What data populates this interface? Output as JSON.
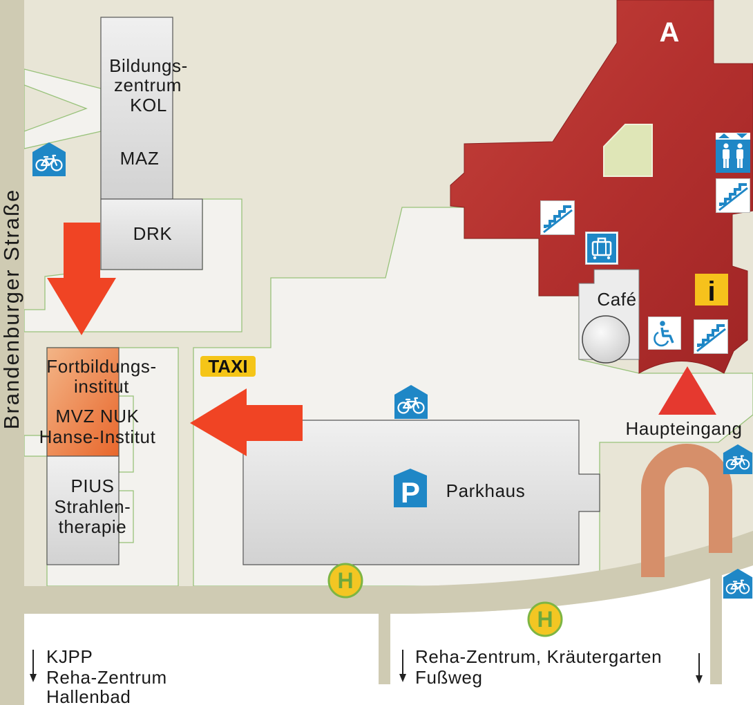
{
  "map": {
    "street": "Brandenburger Straße",
    "building_a": "A",
    "bildungszentrum": [
      "Bildungs-",
      "zentrum",
      "KOL"
    ],
    "maz": "MAZ",
    "drk": "DRK",
    "fortbildungsinstitut": [
      "Fortbildungs-",
      "institut",
      "MVZ NUK",
      "Hanse-Institut"
    ],
    "pius": [
      "PIUS",
      "Strahlen-",
      "therapie"
    ],
    "parkhaus": "Parkhaus",
    "parking_symbol": "P",
    "cafe": "Café",
    "info_symbol": "i",
    "main_entrance": "Haupteingang",
    "taxi": "TAXI",
    "bus_stop_symbol": "H",
    "directions_left": [
      "KJPP",
      "Reha-Zentrum",
      "Hallenbad"
    ],
    "directions_right": [
      "Reha-Zentrum, Kräutergarten",
      "Fußweg"
    ]
  },
  "icons": [
    "bicycle-parking-icon",
    "stairs-icon",
    "restroom-icon",
    "luggage-icon",
    "wheelchair-icon",
    "info-icon",
    "parking-icon",
    "bus-stop-icon",
    "taxi-sign",
    "direction-arrow-icon"
  ],
  "colors": {
    "ground": "#e8e5d6",
    "road": "#cfcbb3",
    "path": "#f3f2ee",
    "building": "#d9d9d9",
    "building_a": "#b3302e",
    "highlight_building": "#e9692e",
    "arrow": "#f04424",
    "icon_blue": "#1f87c6",
    "taxi_yellow": "#f5c518",
    "bus_stop": "#f3c623"
  }
}
